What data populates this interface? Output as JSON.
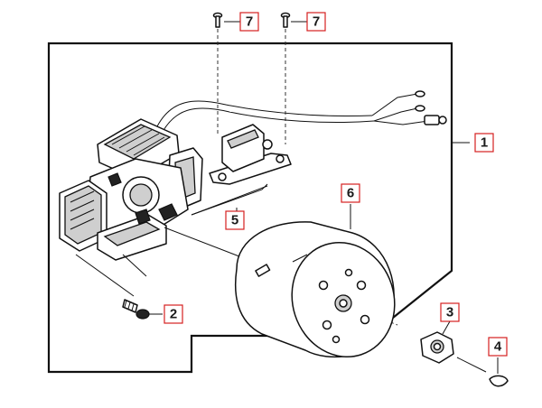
{
  "callouts": {
    "part_1": "1",
    "part_2": "2",
    "part_3": "3",
    "part_4": "4",
    "part_5": "5",
    "part_6": "6",
    "part_7a": "7",
    "part_7b": "7"
  },
  "colors": {
    "callout_border": "#d62020",
    "line": "#111111",
    "background": "#ffffff"
  }
}
